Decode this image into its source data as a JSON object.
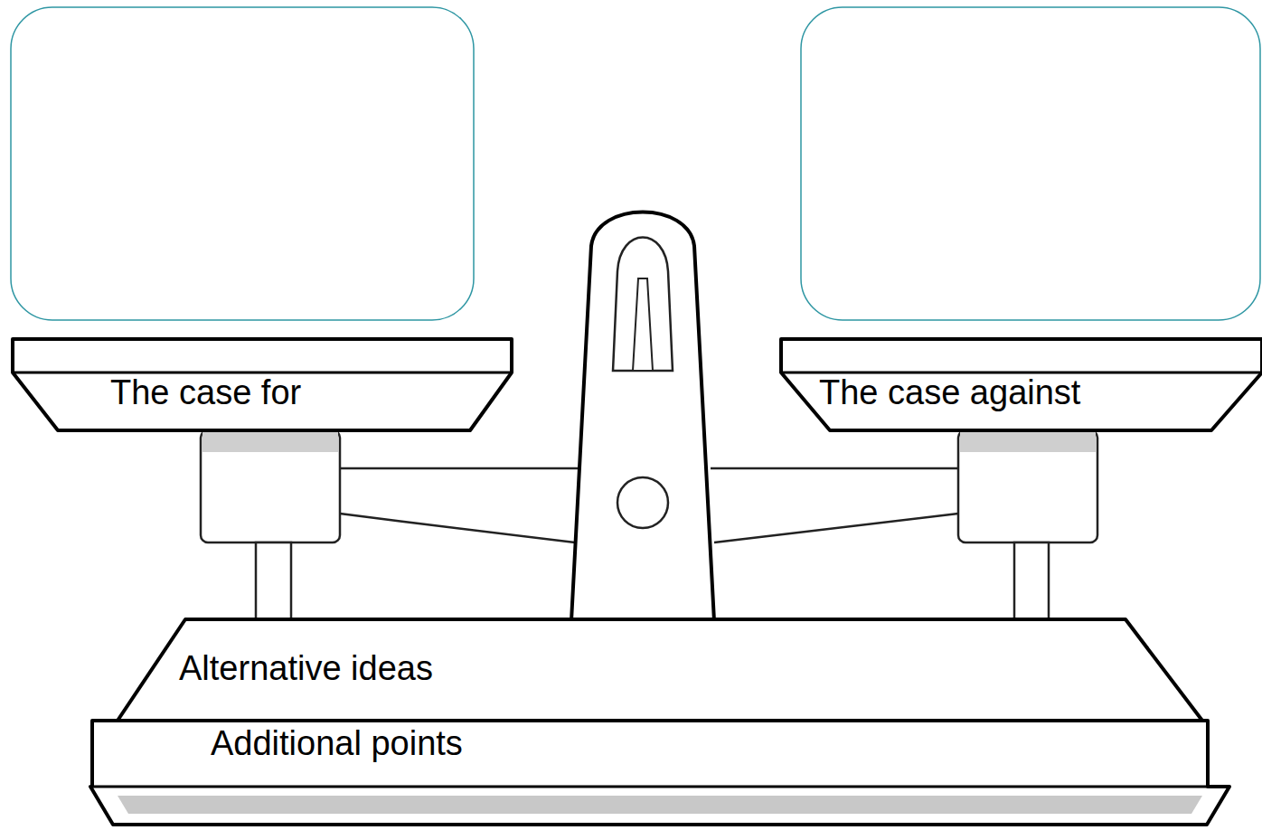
{
  "diagram": {
    "nodes": [
      {
        "text": [
          "The case for"
        ]
      },
      {
        "text": [
          "The case against"
        ]
      },
      {
        "text": [
          "Alternative ideas"
        ]
      },
      {
        "text": [
          "Additional points"
        ]
      }
    ]
  }
}
